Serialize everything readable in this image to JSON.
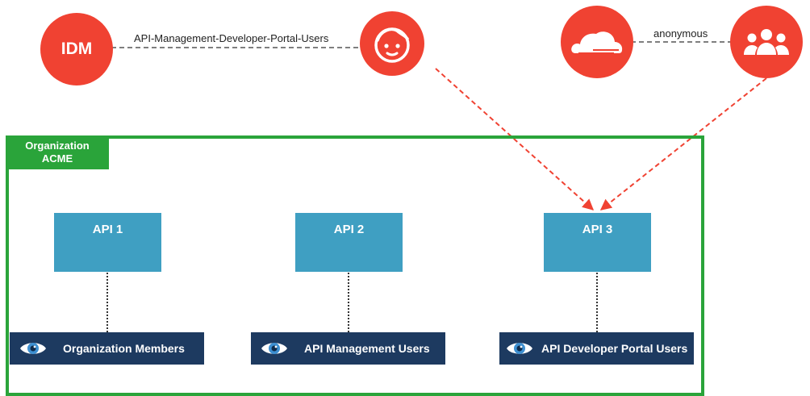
{
  "nodes": {
    "idm": {
      "label": "IDM",
      "icon": "idm-badge"
    },
    "user": {
      "icon": "user-face-icon"
    },
    "cloud": {
      "icon": "cloud-icon"
    },
    "users_group": {
      "icon": "users-group-icon"
    }
  },
  "edges": {
    "idm_to_user": {
      "label": "API-Management-Developer-Portal-Users"
    },
    "cloud_to_group": {
      "label": "anonymous"
    }
  },
  "organization": {
    "line1": "Organization",
    "line2": "ACME"
  },
  "apis": [
    {
      "label": "API 1"
    },
    {
      "label": "API 2"
    },
    {
      "label": "API 3"
    }
  ],
  "groups": [
    {
      "label": "Organization Members",
      "icon": "eye-icon"
    },
    {
      "label": "API Management Users",
      "icon": "eye-icon"
    },
    {
      "label": "API Developer Portal Users",
      "icon": "eye-icon"
    }
  ],
  "colors": {
    "node_red": "#f04232",
    "org_green": "#2aa43a",
    "api_blue": "#3f9fc2",
    "group_navy": "#1d3a60",
    "arrow_red": "#f04232"
  }
}
